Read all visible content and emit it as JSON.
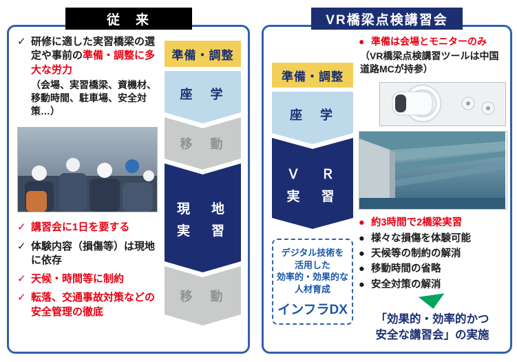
{
  "colors": {
    "panel_border": "#3060ac",
    "navy": "#1b2f72",
    "yellow": "#f2cf58",
    "light_blue": "#bed9ea",
    "gray": "#c9caca",
    "red": "#e60012",
    "green": "#00a45f",
    "dx_blue": "#1a56a8"
  },
  "left_panel": {
    "header": "従　来",
    "check": "✓",
    "top_note": {
      "text_black": "研修に適した実習橋梁の選定や事前の",
      "text_red": "準備・調整に多大な労力",
      "paren": "（会場、実習橋梁、資機材、移動時間、駐車場、安全対策…）"
    },
    "flow": {
      "prep": "準備・調整",
      "lecture": "座　学",
      "move1": "移　動",
      "onsite_line1": "現　地",
      "onsite_line2": "実　習",
      "move2": "移　動"
    },
    "bottom_notes": [
      {
        "text": "講習会に1日を要する"
      },
      {
        "text": "体験内容（損傷等）は現地に依存"
      },
      {
        "text": "天候・時間等に制約"
      },
      {
        "text": "転落、交通事故対策などの安全管理の徹底"
      }
    ]
  },
  "right_panel": {
    "header": "VR橋梁点検講習会",
    "bullet": "●",
    "top_note": {
      "text_red": "準備は会場とモニターのみ",
      "paren": "（VR橋梁点検講習ツールは中国道路MCが持参）"
    },
    "flow": {
      "prep": "準備・調整",
      "lecture": "座　学",
      "vr_line1": "Ｖ　Ｒ",
      "vr_line2": "実　習"
    },
    "dx_box": {
      "lines": [
        "デジタル技術を",
        "活用した",
        "効率的・効果的な",
        "人材育成"
      ],
      "label": "インフラDX"
    },
    "bullets": [
      {
        "text": "約3時間で2橋梁実習"
      },
      {
        "text": "様々な損傷を体験可能"
      },
      {
        "text": "天候等の制約の解消"
      },
      {
        "text": "移動時間の省略"
      },
      {
        "text": "安全対策の解消"
      }
    ],
    "conclusion_line1": "「効果的・効率的かつ",
    "conclusion_line2": "安全な講習会」の実施"
  }
}
